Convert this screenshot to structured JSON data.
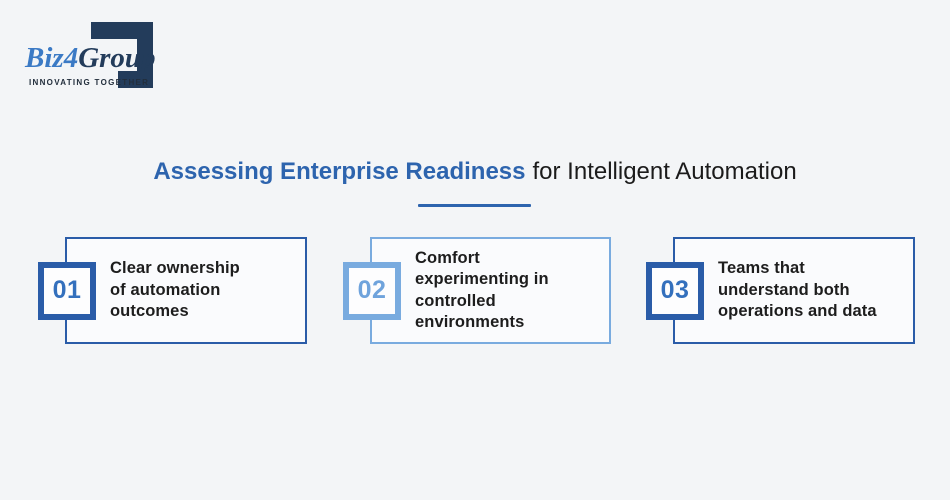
{
  "page": {
    "background_color": "#f3f5f7"
  },
  "logo": {
    "brand": {
      "biz": "Biz",
      "four": "4",
      "group": "Group"
    },
    "tagline": "INNOVATING TOGETHER",
    "colors": {
      "biz": "#3b7ac5",
      "four": "#3b7ac5",
      "group": "#233c5b",
      "mark": "#233c5b",
      "tagline": "#222e3c"
    }
  },
  "title": {
    "highlight": "Assessing Enterprise Readiness",
    "rest": "for Intelligent Automation",
    "highlight_color": "#2d64ae",
    "rest_color": "#1b1b1b",
    "underline_color": "#2d64ae"
  },
  "cards": [
    {
      "number": "01",
      "text": "Clear ownership\nof automation\noutcomes",
      "border_color": "#2a5ca8",
      "badge_border_color": "#2a5ca8",
      "number_color": "#3470bd"
    },
    {
      "number": "02",
      "text": "Comfort\nexperimenting in\ncontrolled\nenvironments",
      "border_color": "#79abdf",
      "badge_border_color": "#79abdf",
      "number_color": "#6fa3dc"
    },
    {
      "number": "03",
      "text": "Teams that\nunderstand both\noperations and data",
      "border_color": "#2a5ca8",
      "badge_border_color": "#2a5ca8",
      "number_color": "#3470bd"
    }
  ]
}
